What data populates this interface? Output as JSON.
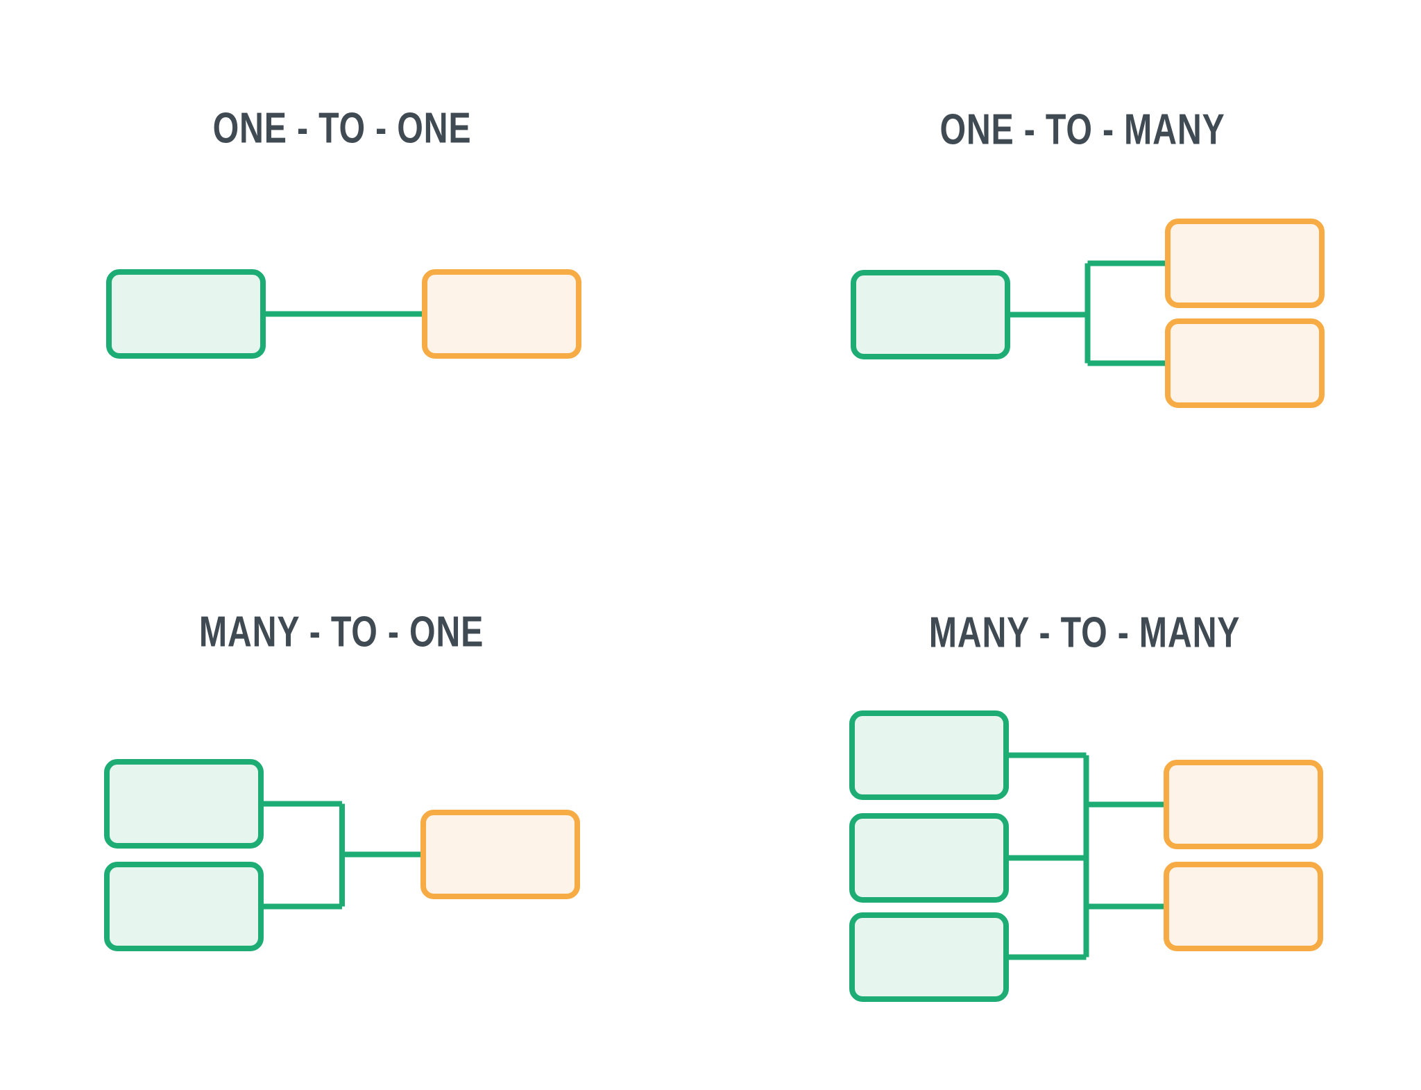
{
  "page": {
    "background": "#FFFFFF"
  },
  "colors": {
    "title_text": "#3F4A53",
    "green_stroke": "#1CAC74",
    "green_fill": "#E6F5EE",
    "orange_stroke": "#F6AB44",
    "orange_fill": "#FDF3E8"
  },
  "diagrams": [
    {
      "id": "one-to-one",
      "title": "ONE - TO - ONE",
      "left_count": 1,
      "right_count": 1
    },
    {
      "id": "one-to-many",
      "title": "ONE - TO - MANY",
      "left_count": 1,
      "right_count": 2
    },
    {
      "id": "many-to-one",
      "title": "MANY - TO - ONE",
      "left_count": 2,
      "right_count": 1
    },
    {
      "id": "many-to-many",
      "title": "MANY - TO - MANY",
      "left_count": 3,
      "right_count": 2
    }
  ]
}
